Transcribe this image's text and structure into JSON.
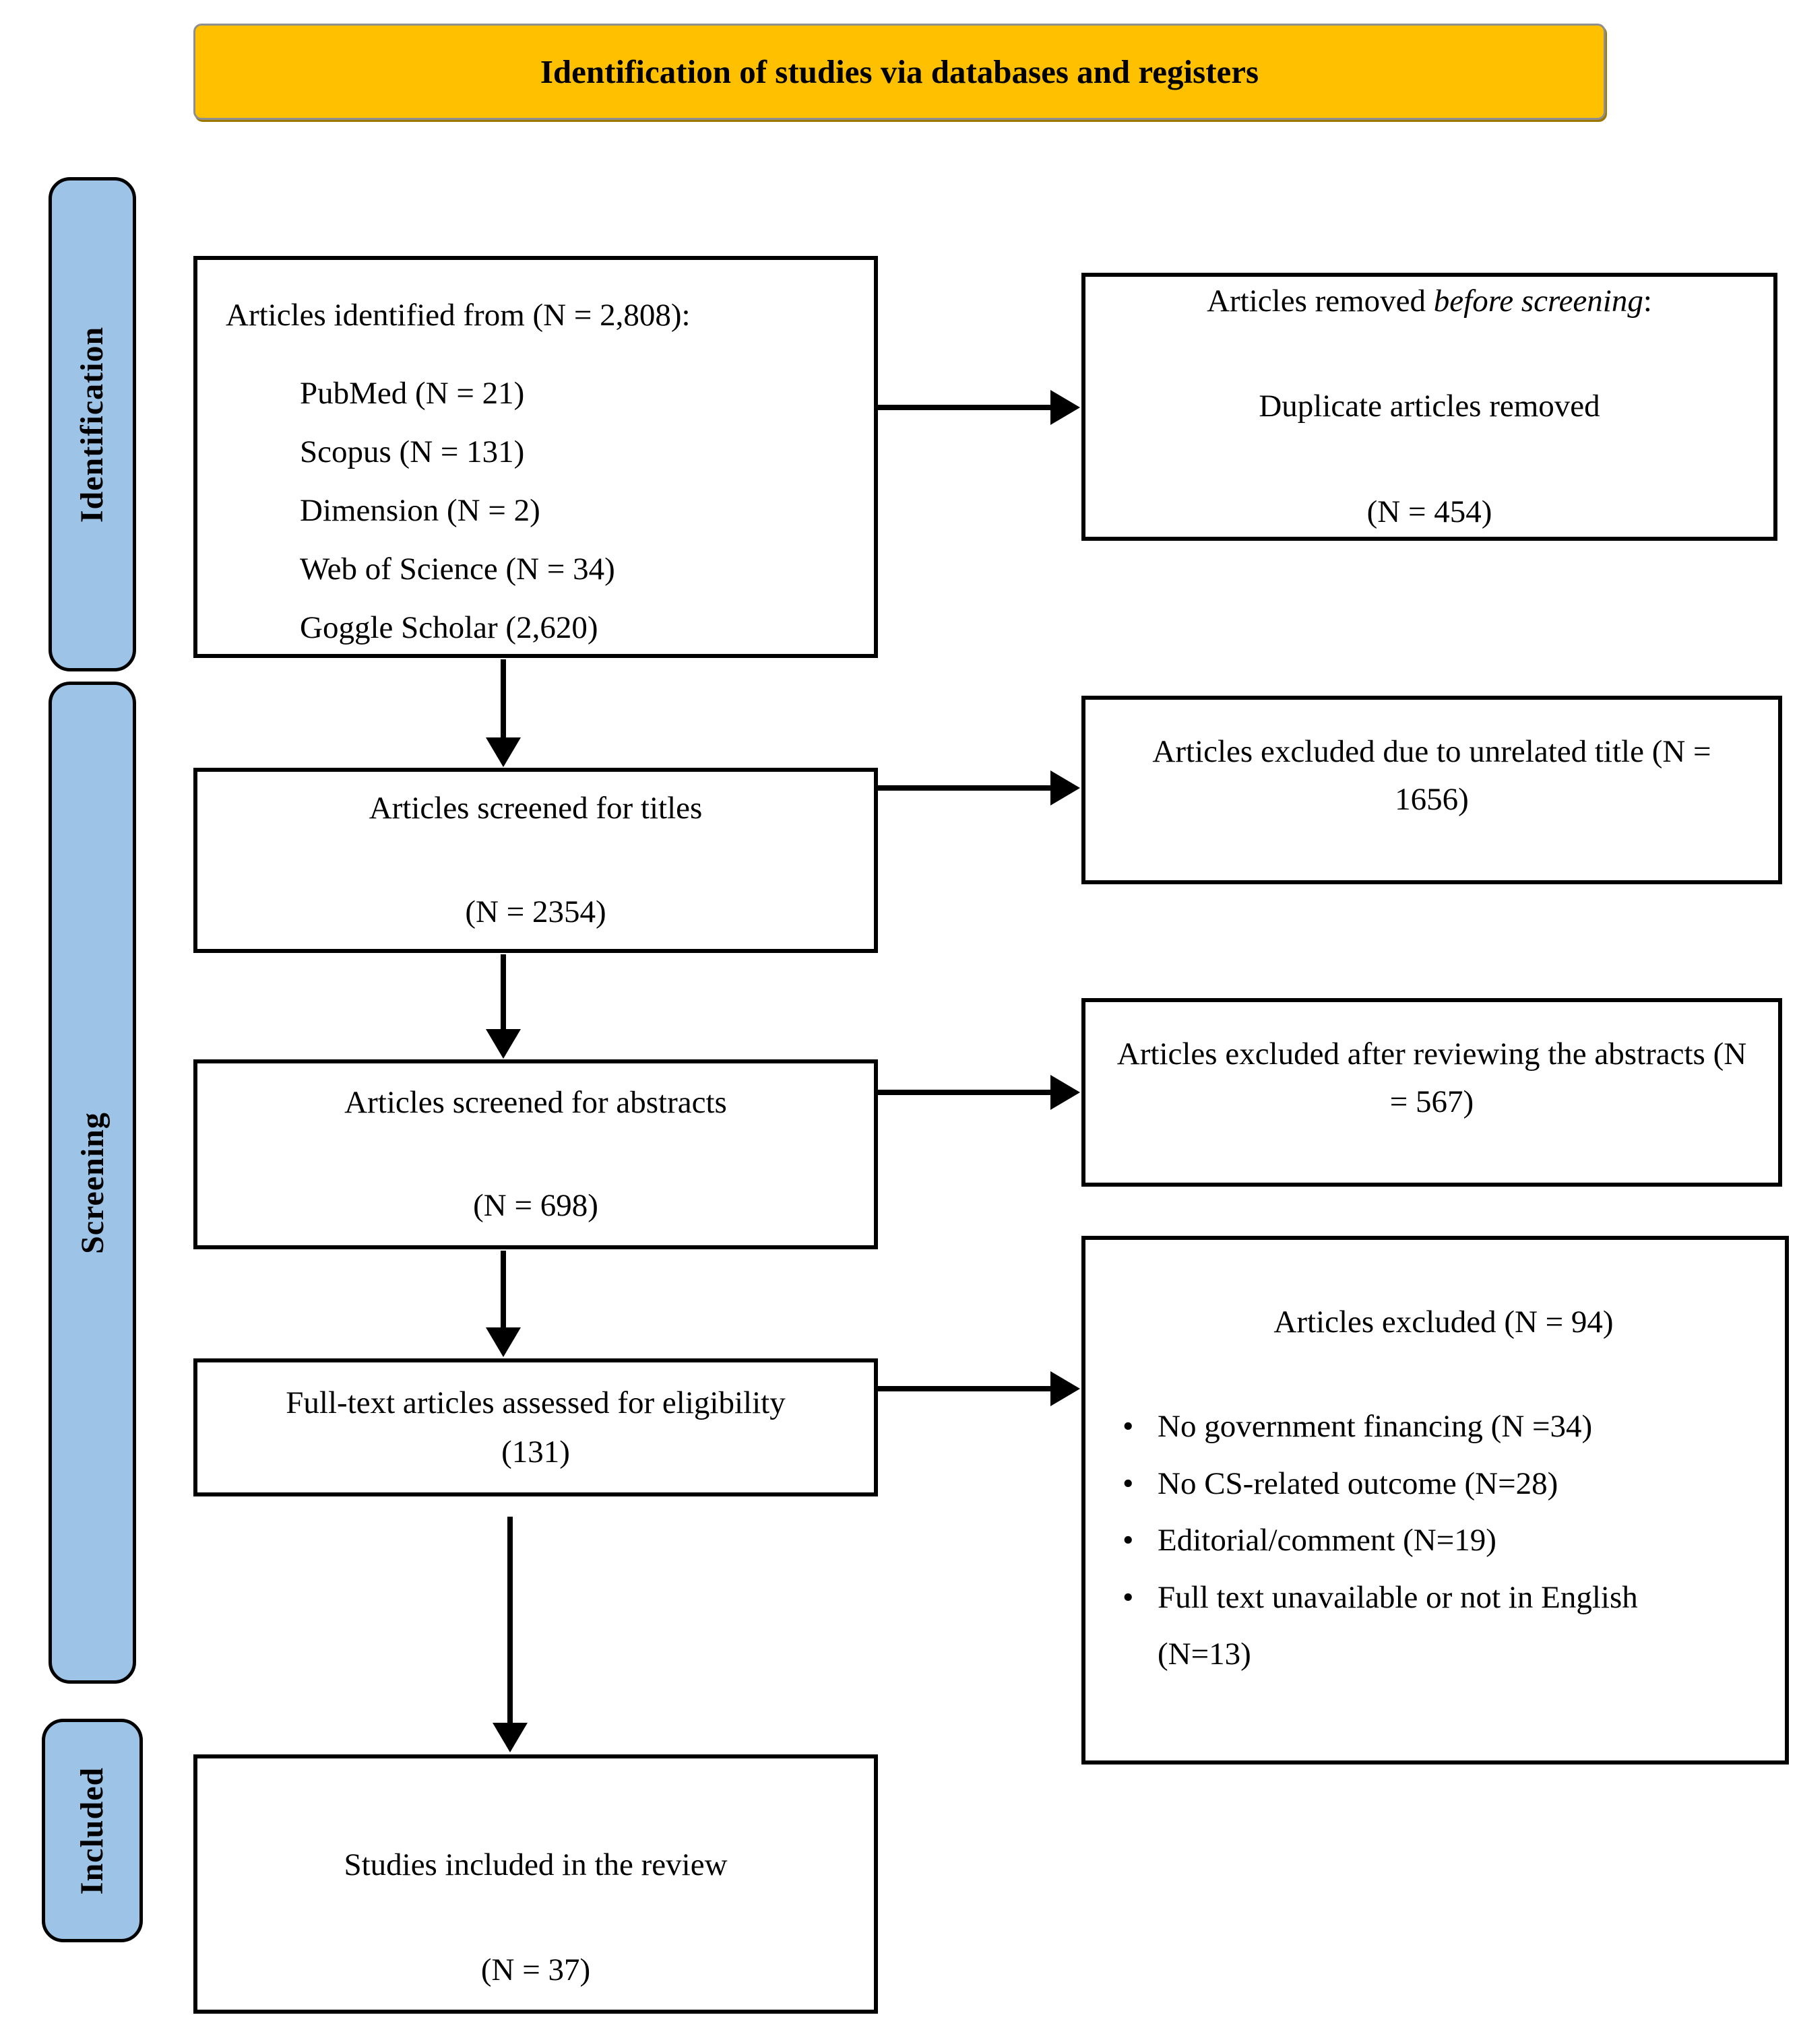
{
  "banner": {
    "title": "Identification of studies via databases and registers"
  },
  "colors": {
    "banner_fill": "#FFC000",
    "stage_fill": "#9DC3E6",
    "line": "#000000"
  },
  "stages": [
    {
      "label": "Identification"
    },
    {
      "label": "Screening"
    },
    {
      "label": "Included"
    }
  ],
  "boxes": {
    "identified": {
      "intro": "Articles identified from (N = 2,808):",
      "sources": [
        "PubMed (N = 21)",
        "Scopus (N = 131)",
        "Dimension (N = 2)",
        "Web of Science (N = 34)",
        "Goggle Scholar (2,620)"
      ]
    },
    "removed_before_screening": {
      "prefix": "Articles removed ",
      "italic": "before screening",
      "suffix": ":",
      "line2": "Duplicate articles removed",
      "count": "(N = 454)"
    },
    "screened_titles": {
      "line1": "Articles screened for titles",
      "count": "(N = 2354)"
    },
    "excluded_unrelated_title": {
      "text": "Articles excluded due to unrelated title (N = 1656)"
    },
    "screened_abstracts": {
      "line1": "Articles screened for abstracts",
      "count": "(N = 698)"
    },
    "excluded_after_abstracts": {
      "text": "Articles excluded after reviewing the abstracts (N = 567)"
    },
    "fulltext_assessed": {
      "text": "Full-text articles assessed for eligibility (131)"
    },
    "excluded_fulltext": {
      "title": "Articles excluded (N = 94)",
      "bullets": [
        "No government financing (N =34)",
        "No CS-related outcome (N=28)",
        "Editorial/comment (N=19)",
        "Full text unavailable or not in English (N=13)"
      ]
    },
    "included_studies": {
      "line1": "Studies included in the review",
      "count": "(N = 37)"
    }
  }
}
